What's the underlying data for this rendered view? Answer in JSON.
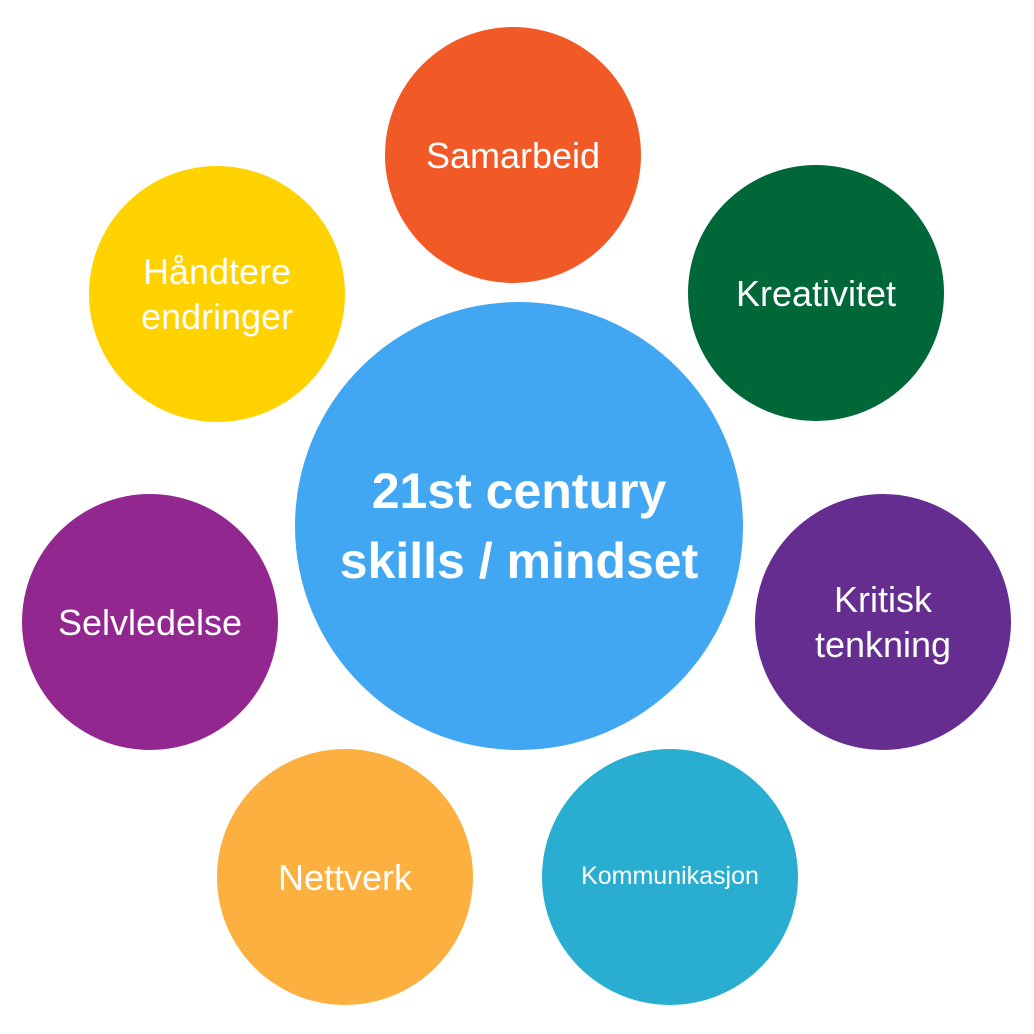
{
  "center": {
    "label_line1": "21st century",
    "label_line2": "skills / mindset",
    "color": "#42A7F2"
  },
  "skills": [
    {
      "line1": "Samarbeid",
      "line2": "",
      "color": "#F15A27"
    },
    {
      "line1": "Kreativitet",
      "line2": "",
      "color": "#006838"
    },
    {
      "line1": "Kritisk",
      "line2": "tenkning",
      "color": "#662D91"
    },
    {
      "line1": "Kommunikasjon",
      "line2": "",
      "color": "#29AED1"
    },
    {
      "line1": "Nettverk",
      "line2": "",
      "color": "#FBB040"
    },
    {
      "line1": "Selvledelse",
      "line2": "",
      "color": "#92278F"
    },
    {
      "line1": "Håndtere",
      "line2": "endringer",
      "color": "#FFD200"
    }
  ]
}
